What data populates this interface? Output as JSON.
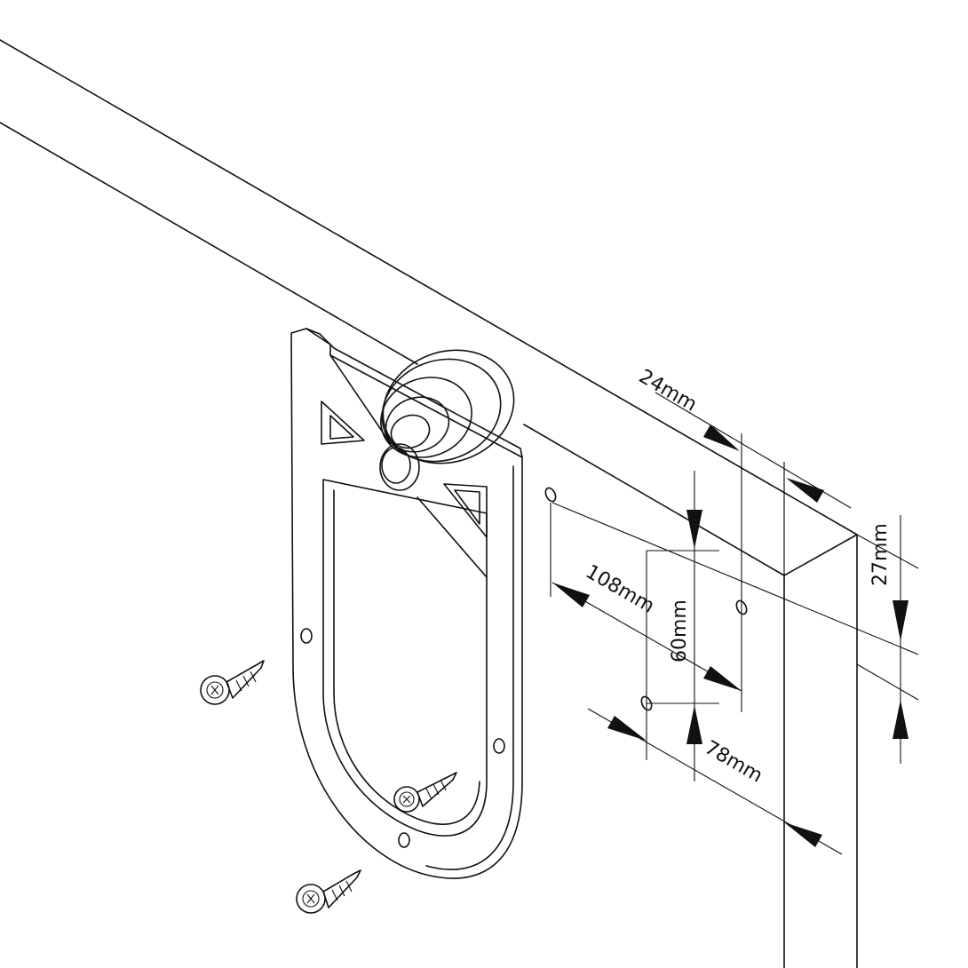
{
  "colors": {
    "line": "#111111",
    "background": "#ffffff"
  },
  "dimensions": {
    "d24": "24mm",
    "d27": "27mm",
    "d108": "108mm",
    "d60": "60mm",
    "d78": "78mm"
  }
}
